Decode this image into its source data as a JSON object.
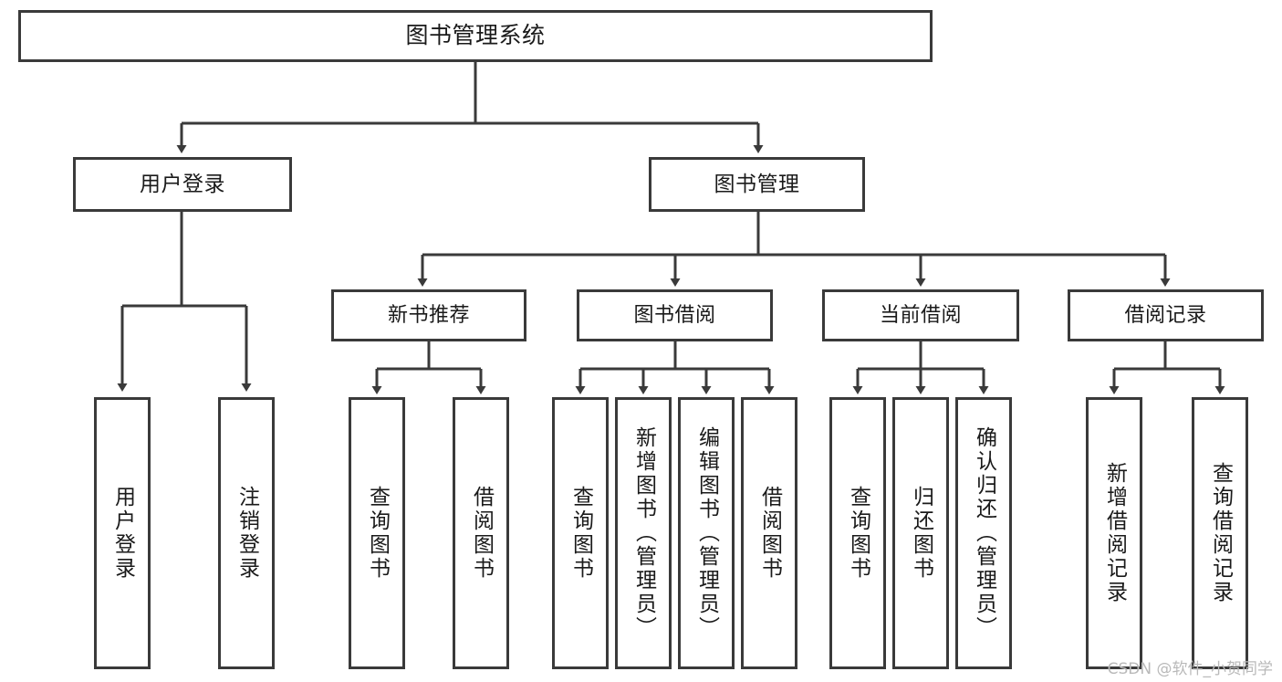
{
  "diagram": {
    "title": "图书管理系统",
    "type": "tree",
    "orientation": "top-down",
    "colors": {
      "box_border": "#3a3a3a",
      "box_fill": "#ffffff",
      "connector": "#3a3a3a",
      "text": "#1a1a1a",
      "watermark": "#b9b9b9"
    },
    "root": {
      "label": "图书管理系统"
    },
    "level1": [
      {
        "label": "用户登录"
      },
      {
        "label": "图书管理"
      }
    ],
    "level2": [
      {
        "label": "新书推荐"
      },
      {
        "label": "图书借阅"
      },
      {
        "label": "当前借阅"
      },
      {
        "label": "借阅记录"
      }
    ],
    "leaves": {
      "user_login": [
        {
          "label": "用户登录"
        },
        {
          "label": "注销登录"
        }
      ],
      "new_book_recommend": [
        {
          "label": "查询图书"
        },
        {
          "label": "借阅图书"
        }
      ],
      "book_borrow": [
        {
          "label": "查询图书"
        },
        {
          "label": "新增图书（管理员）"
        },
        {
          "label": "编辑图书（管理员）"
        },
        {
          "label": "借阅图书"
        }
      ],
      "current_borrow": [
        {
          "label": "查询图书"
        },
        {
          "label": "归还图书"
        },
        {
          "label": "确认归还（管理员）"
        }
      ],
      "borrow_record": [
        {
          "label": "新增借阅记录"
        },
        {
          "label": "查询借阅记录"
        }
      ]
    }
  },
  "watermark": {
    "text": "CSDN @软件_小贺同学"
  }
}
